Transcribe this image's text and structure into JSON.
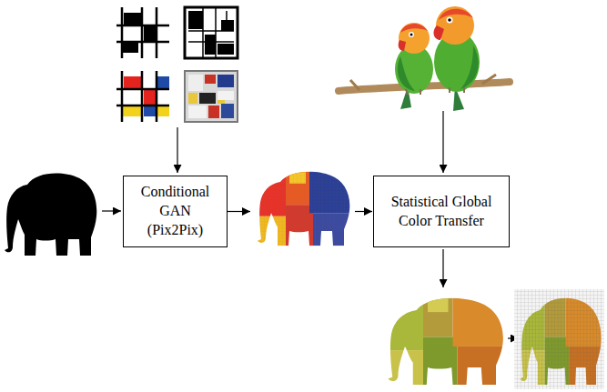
{
  "diagram": {
    "nodes": [
      {
        "text": [
          "Conditional GAN (Pix2Pix)"
        ]
      },
      {
        "text": [
          "Statistical Global Color Transfer"
        ]
      }
    ],
    "edges": [
      {
        "from": 0,
        "to": 1,
        "arrow": "to"
      }
    ]
  }
}
